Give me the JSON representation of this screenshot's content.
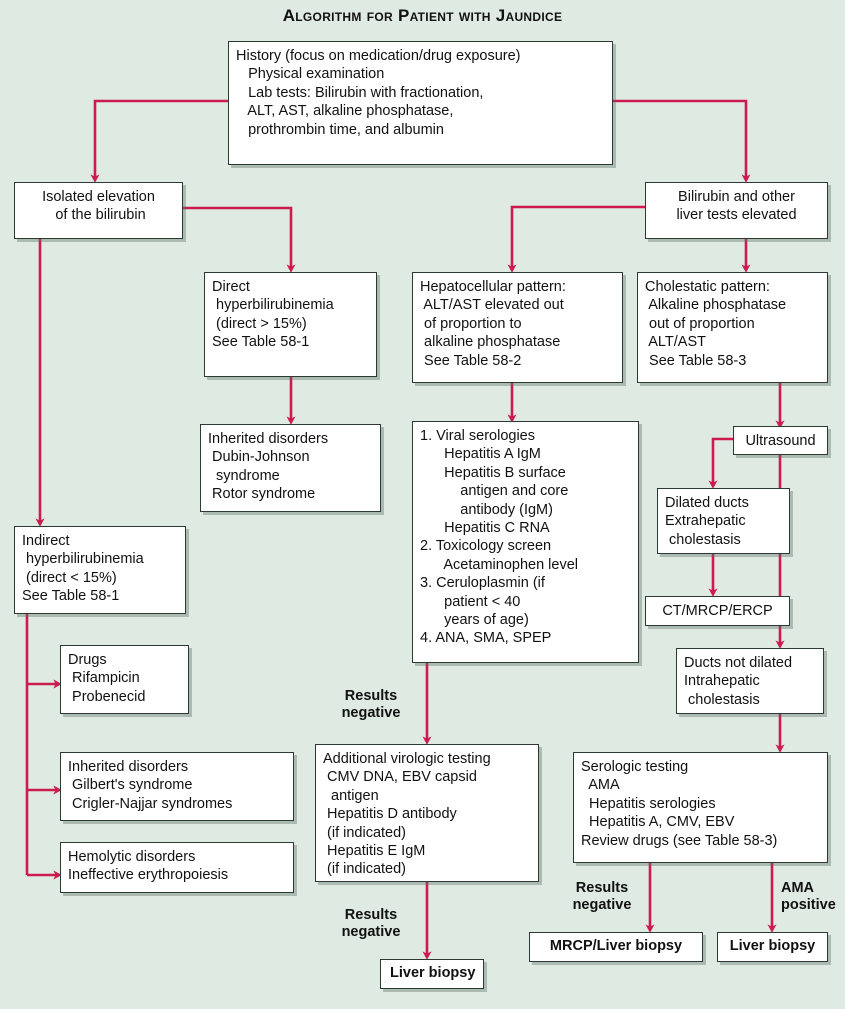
{
  "page": {
    "title": "Algorithm for Patient with Jaundice",
    "background_color": "#dfebe2",
    "connector_color": "#cc1b4f",
    "box_border_color": "#2b3a33",
    "box_fill_color": "#ffffff"
  },
  "nodes": {
    "history": "History (focus on medication/drug exposure)\n   Physical examination\n   Lab tests: Bilirubin with fractionation,\n   ALT, AST, alkaline phosphatase,\n   prothrombin time, and albumin",
    "isolated_elevation": "Isolated elevation\n of the bilirubin",
    "bilirubin_other": "Bilirubin and other\nliver tests elevated",
    "direct_hyper": "Direct\n hyperbilirubinemia\n (direct > 15%)\nSee Table 58-1",
    "hepatocellular": "Hepatocellular pattern:\n ALT/AST elevated out\n of proportion to\n alkaline phosphatase\n See Table 58-2",
    "cholestatic": "Cholestatic pattern:\n Alkaline phosphatase\n out of proportion\n ALT/AST\n See Table 58-3",
    "inherited_direct": "Inherited disorders\n Dubin-Johnson\n  syndrome\n Rotor syndrome",
    "workup_list": "1. Viral serologies\n      Hepatitis A IgM\n      Hepatitis B surface\n          antigen and core\n          antibody (IgM)\n      Hepatitis C RNA\n2. Toxicology screen\n      Acetaminophen level\n3. Ceruloplasmin (if\n      patient < 40\n      years of age)\n4. ANA, SMA, SPEP",
    "ultrasound": "Ultrasound",
    "dilated_ducts": "Dilated ducts\nExtrahepatic\n cholestasis",
    "ct_mrcp_ercp": "CT/MRCP/ERCP",
    "ducts_not_dilated": "Ducts not dilated\nIntrahepatic\n cholestasis",
    "indirect_hyper": "Indirect\n hyperbilirubinemia\n (direct < 15%)\nSee Table 58-1",
    "drugs": "Drugs\n Rifampicin\n Probenecid",
    "inherited_indirect": "Inherited disorders\n Gilbert's syndrome\n Crigler-Najjar syndromes",
    "hemolytic": "Hemolytic disorders\nIneffective erythropoiesis",
    "additional_virologic": "Additional virologic testing\n CMV DNA, EBV capsid\n  antigen\n Hepatitis D antibody\n (if indicated)\n Hepatitis E IgM\n (if indicated)",
    "serologic_testing": "Serologic testing\n  AMA\n  Hepatitis serologies\n  Hepatitis A, CMV, EBV\nReview drugs (see Table 58-3)",
    "liver_biopsy_center": "Liver biopsy",
    "mrcp_liver_biopsy": "MRCP/Liver biopsy",
    "liver_biopsy_right": "Liver biopsy"
  },
  "edge_labels": {
    "results_negative_1": "Results\nnegative",
    "results_negative_2": "Results\nnegative",
    "results_negative_3": "Results\nnegative",
    "ama_positive": "AMA\npositive"
  }
}
